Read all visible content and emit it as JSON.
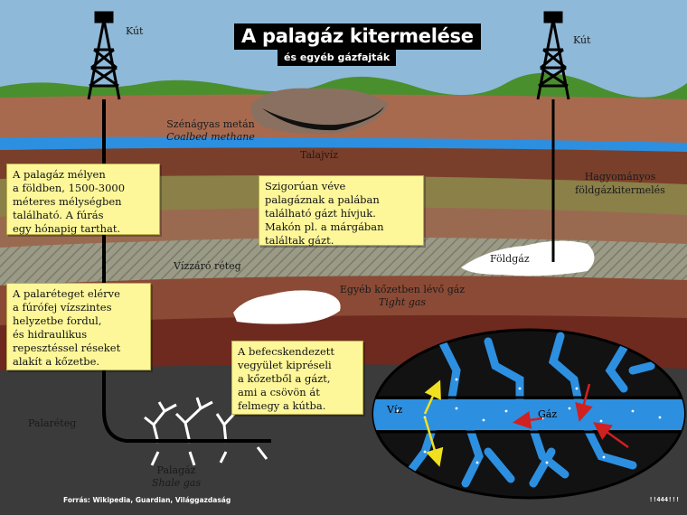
{
  "title": "A palagáz kitermelése",
  "subtitle": "és egyéb gázfajták",
  "labels": {
    "well_left": "Kút",
    "well_right": "Kút",
    "coalbed_hu": "Szénágyas metán",
    "coalbed_en": "Coalbed methane",
    "groundwater": "Talajvíz",
    "conventional": "Hagyományos\nföldgázkitermelés",
    "natural_gas": "Földgáz",
    "impermeable": "Vízzáró réteg",
    "tight_hu": "Egyéb kőzetben lévő gáz",
    "tight_en": "Tight gas",
    "shale_layer": "Palaréteg",
    "shale_hu": "Palagáz",
    "shale_en": "Shale gas",
    "water": "Víz",
    "gas": "Gáz"
  },
  "notes": {
    "depth": "A palagáz mélyen\na földben, 1500-3000\nméteres mélységben\ntalálható. A fúrás\negy hónapig tarthat.",
    "definition": "Szigorúan véve\npalagáznak a palában\ntalálható gázt hívjuk.\nMakón pl. a márgában\ntaláltak gázt.",
    "fracking": "A palaréteget elérve\na fúrófej vízszintes\nhelyzetbe fordul,\nés hidraulikus\nrepesztéssel réseket\nalakít a kőzetbe.",
    "injection": "A befecskendezett\nvegyület kipréseli\na kőzetből a gázt,\nami a csövön át\nfelmegy a kútba."
  },
  "source": "Forrás: Wikipedia, Guardian, Világgazdaság",
  "logo": "!!444!!!",
  "colors": {
    "sky": "#8fb9d8",
    "grass": "#4a8f2e",
    "soil": "#a86a4f",
    "water": "#2d8fe0",
    "shale": "#3b3b3b",
    "note": "#fdf79a"
  }
}
